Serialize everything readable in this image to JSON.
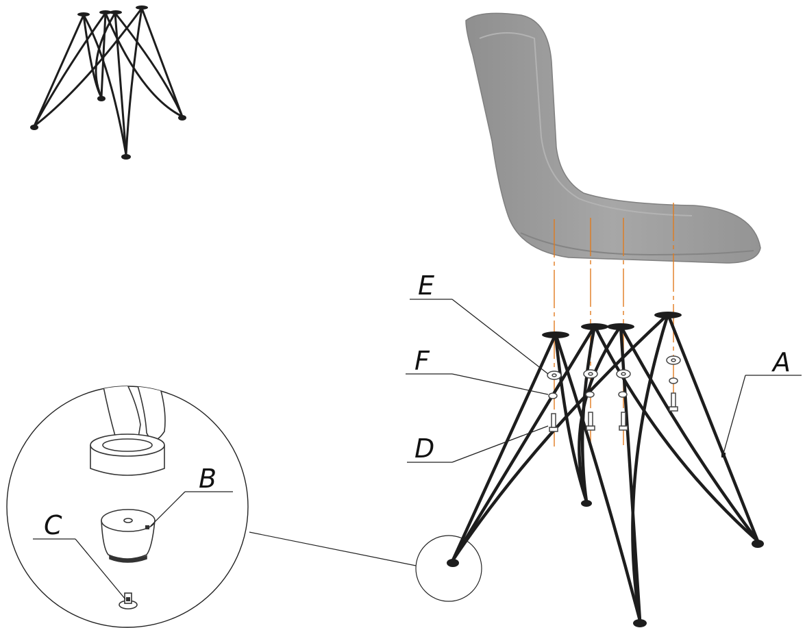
{
  "labels": {
    "a": "A",
    "b": "B",
    "c": "C",
    "d": "D",
    "e": "E",
    "f": "F"
  },
  "colors": {
    "frame": "#1d1d1d",
    "seat": "#9a9a9a",
    "seat_edge": "#7f7f7f",
    "axis_line": "#e07b1e",
    "leader_line": "#222222",
    "hardware": "#555555"
  }
}
